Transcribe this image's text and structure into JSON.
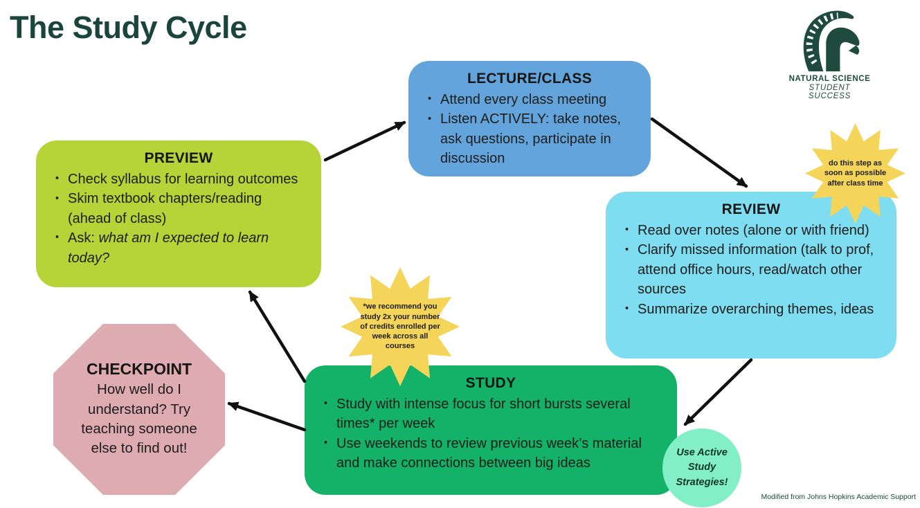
{
  "title": "The Study Cycle",
  "logo": {
    "line1": "NATURAL SCIENCE",
    "line2": "STUDENT SUCCESS"
  },
  "boxes": {
    "lecture": {
      "title": "LECTURE/CLASS",
      "bullets": [
        "Attend every class meeting",
        "Listen ACTIVELY: take notes, ask questions, participate in discussion"
      ]
    },
    "preview": {
      "title": "PREVIEW",
      "bullets": [
        "Check syllabus for learning outcomes",
        "Skim textbook chapters/reading (ahead of class)"
      ],
      "ask_prefix": "Ask: ",
      "ask_italic": "what am I expected to learn today?"
    },
    "review": {
      "title": "REVIEW",
      "bullets": [
        "Read over notes (alone or with friend)",
        "Clarify missed information (talk to prof, attend office hours, read/watch other sources",
        "Summarize overarching themes, ideas"
      ]
    },
    "study": {
      "title": "STUDY",
      "bullets": [
        "Study with intense focus for short bursts several times* per week",
        "Use weekends to review previous week’s material and make connections between big ideas"
      ]
    }
  },
  "checkpoint": {
    "title": "CHECKPOINT",
    "text": "How well do I understand? Try teaching someone else to find out!"
  },
  "badges": {
    "after_class": "do this step as soon as possible after class time",
    "recommend": "*we recommend you study 2x your number of credits enrolled per week across all courses",
    "active_strategies": "Use Active Study Strategies!"
  },
  "footer": {
    "credit": "Modified from Johns Hopkins Academic Support"
  },
  "colors": {
    "title_green": "#1b453c",
    "logo_green": "#1e4b3d",
    "lecture_blue": "#62a4db",
    "preview_green": "#b6d438",
    "review_cyan": "#7eddf1",
    "study_green": "#14b268",
    "checkpoint_pink": "#deacb0",
    "starburst_yellow": "#f5d45a",
    "mint_green": "#83efc7",
    "arrow_black": "#111111"
  }
}
